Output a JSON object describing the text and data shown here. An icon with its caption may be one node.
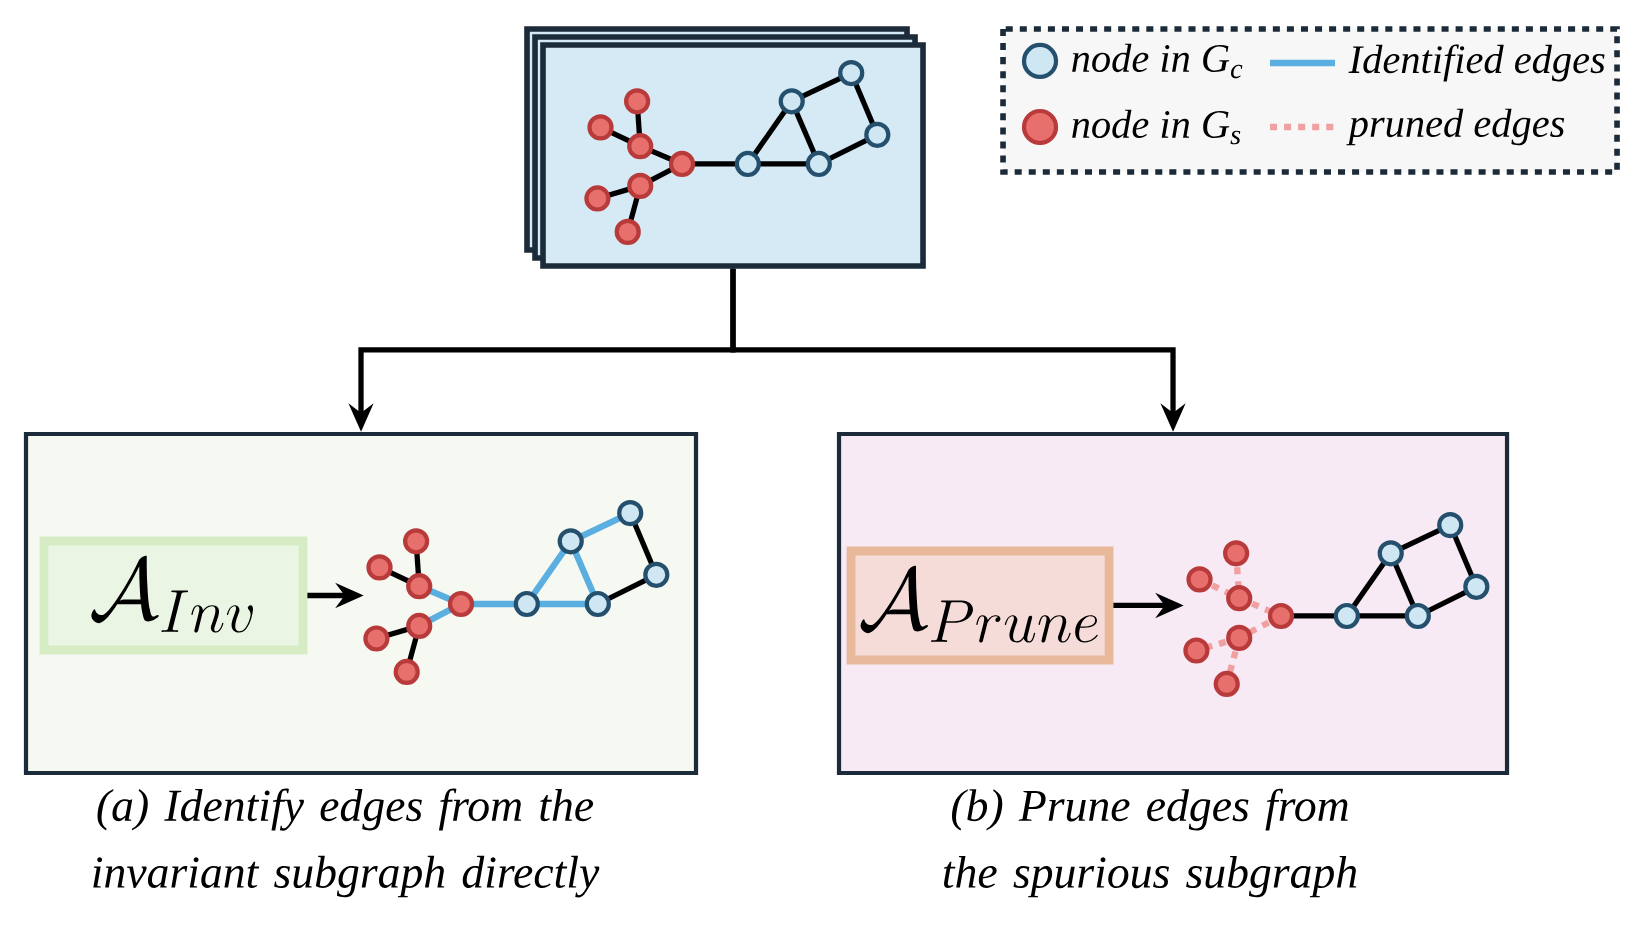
{
  "diagram": {
    "nodes": [
      {
        "text": [],
        "shape": "picture"
      },
      {
        "text": [],
        "shape": "box",
        "beside": [
          "(a) Identify edges from the invariant subgraph  directly"
        ]
      },
      {
        "text": [
          "\\mathcal{A}_{Inv}"
        ],
        "in": 1
      },
      {
        "text": [],
        "shape": "picture",
        "in": 1
      },
      {
        "text": [],
        "shape": "box",
        "beside": [
          "(b) Prune edges from the spurious subgraph"
        ]
      },
      {
        "text": [
          "\\mathcal{A}_{Prune}"
        ],
        "in": 4
      },
      {
        "text": [],
        "shape": "picture",
        "in": 4
      }
    ],
    "edges": [
      {
        "from": 0,
        "to": 1,
        "arrow": "to"
      },
      {
        "from": 0,
        "to": 4,
        "arrow": "to"
      },
      {
        "from": 2,
        "to": 3,
        "arrow": "to"
      },
      {
        "from": 5,
        "to": 6,
        "arrow": "to"
      }
    ],
    "legend": [
      {
        "text": "node in G$_{c}$",
        "color": "#cfe6f3"
      },
      {
        "text": "Identified edges"
      },
      {
        "text": "node in G$_{s}$",
        "color": "#e8706c"
      },
      {
        "text": "pruned edges"
      }
    ]
  }
}
